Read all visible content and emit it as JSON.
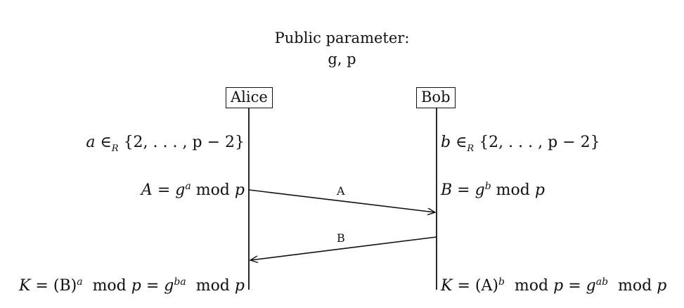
{
  "header": {
    "title": "Public parameter:",
    "params": "g, p"
  },
  "parties": {
    "alice": "Alice",
    "bob": "Bob"
  },
  "steps": {
    "alice_choice": {
      "var": "a",
      "rel": "∈",
      "sub": "R",
      "set": "{2, . . . , p − 2}"
    },
    "bob_choice": {
      "var": "b",
      "rel": "∈",
      "sub": "R",
      "set": "{2, . . . , p − 2}"
    },
    "alice_public": {
      "lhs": "A",
      "eq": "=",
      "base": "g",
      "exp": "a",
      "mod": "mod",
      "p": "p"
    },
    "bob_public": {
      "lhs": "B",
      "eq": "=",
      "base": "g",
      "exp": "b",
      "mod": "mod",
      "p": "p"
    },
    "alice_key": {
      "lhs": "K",
      "eq": "=",
      "paren": "(B)",
      "exp1": "a",
      "mod": "mod",
      "p": "p",
      "eq2": "=",
      "base": "g",
      "exp2": "ba"
    },
    "bob_key": {
      "lhs": "K",
      "eq": "=",
      "paren": "(A)",
      "exp1": "b",
      "mod": "mod",
      "p": "p",
      "eq2": "=",
      "base": "g",
      "exp2": "ab"
    }
  },
  "messages": {
    "to_bob": "A",
    "to_alice": "B"
  }
}
